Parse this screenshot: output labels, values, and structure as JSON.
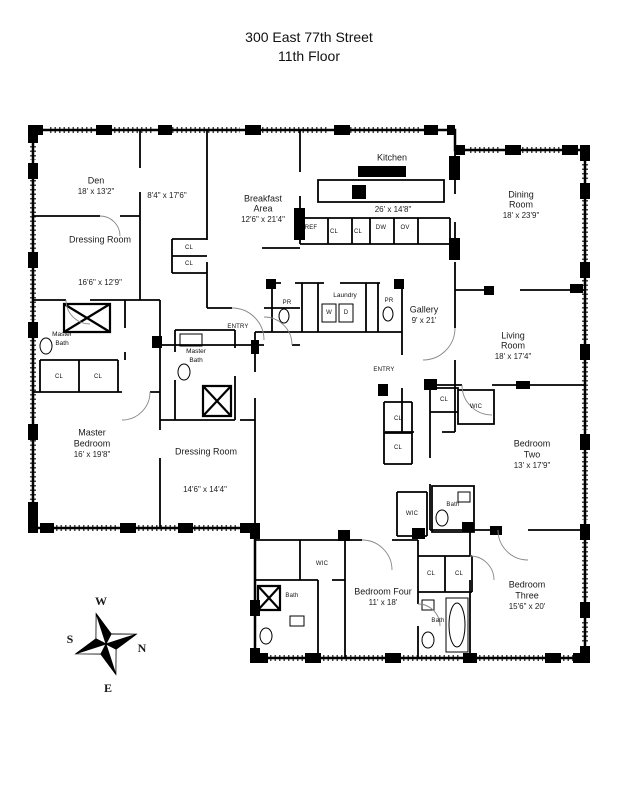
{
  "title": {
    "line1": "300 East 77th Street",
    "line2": "11th Floor"
  },
  "rooms": {
    "den": {
      "name": "Den",
      "dims": "18' x 13'2\""
    },
    "dressing_upper": {
      "name": "Dressing Room",
      "dims": "16'6\" x 12'9\""
    },
    "hall_room": {
      "dims": "8'4\" x 17'6\""
    },
    "breakfast": {
      "name1": "Breakfast",
      "name2": "Area",
      "dims": "12'6\" x 21'4\""
    },
    "kitchen": {
      "name": "Kitchen",
      "dims": "26' x 14'8\""
    },
    "dining": {
      "name1": "Dining",
      "name2": "Room",
      "dims": "18' x 23'9\""
    },
    "gallery": {
      "name": "Gallery",
      "dims": "9' x 21'"
    },
    "living": {
      "name1": "Living",
      "name2": "Room",
      "dims": "18' x 17'4\""
    },
    "master_bedroom": {
      "name1": "Master",
      "name2": "Bedroom",
      "dims": "16' x 19'8\""
    },
    "dressing_lower": {
      "name": "Dressing Room",
      "dims": "14'6\" x 14'4\""
    },
    "bedroom_two": {
      "name1": "Bedroom",
      "name2": "Two",
      "dims": "13' x 17'9\""
    },
    "bedroom_three": {
      "name1": "Bedroom",
      "name2": "Three",
      "dims": "15'6\" x 20'"
    },
    "bedroom_four": {
      "name": "Bedroom Four",
      "dims": "11' x 18'"
    },
    "laundry": {
      "name": "Laundry"
    },
    "master_bath_left": {
      "name1": "Master",
      "name2": "Bath"
    },
    "master_bath_center": {
      "name1": "Master",
      "name2": "Bath"
    }
  },
  "fixtures": {
    "ref": "REF",
    "dw": "DW",
    "ov": "OV",
    "washer": "W",
    "dryer": "D",
    "cl": "CL",
    "pr": "PR",
    "wic": "WIC",
    "bath": "Bath",
    "entry": "ENTRY"
  },
  "compass": {
    "n": "N",
    "s": "S",
    "e": "E",
    "w": "W"
  }
}
